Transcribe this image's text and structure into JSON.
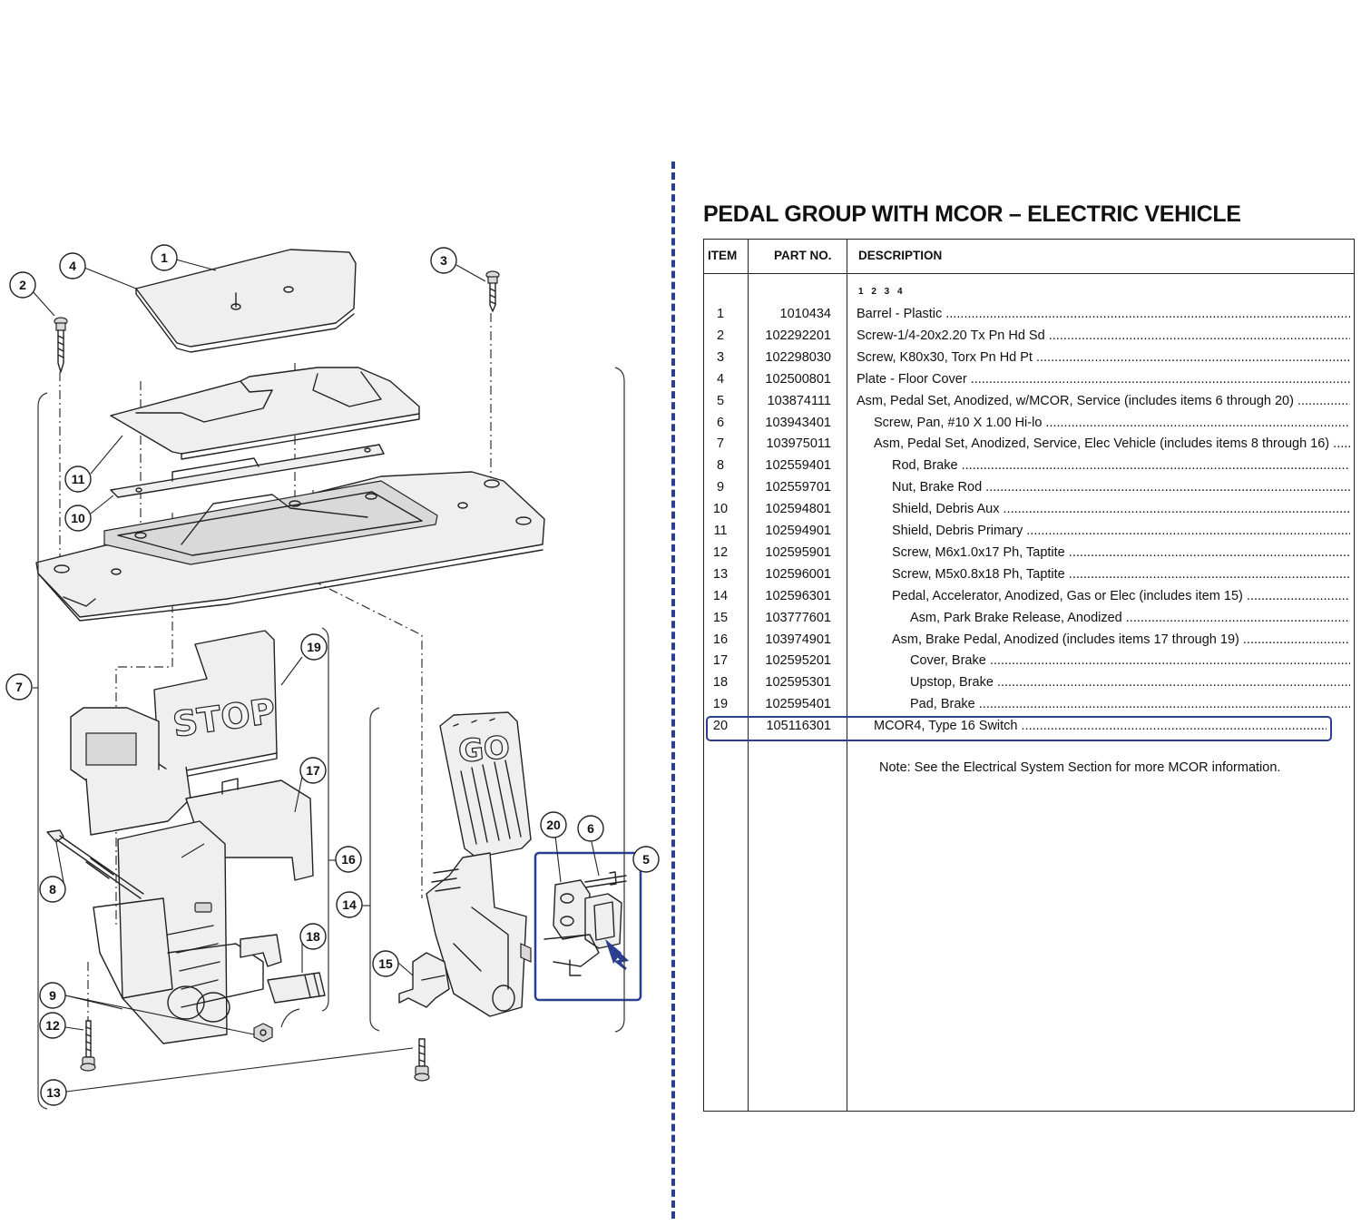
{
  "title": "PEDAL GROUP WITH MCOR – ELECTRIC VEHICLE",
  "table": {
    "headers": {
      "item": "ITEM",
      "part_no": "PART NO.",
      "description": "DESCRIPTION"
    },
    "level_columns": "1 2 3 4",
    "rows": [
      {
        "item": "1",
        "part_no": "1010434",
        "description": "Barrel - Plastic",
        "level": 1
      },
      {
        "item": "2",
        "part_no": "102292201",
        "description": "Screw-1/4-20x2.20 Tx Pn Hd Sd",
        "level": 1
      },
      {
        "item": "3",
        "part_no": "102298030",
        "description": "Screw, K80x30, Torx Pn Hd Pt",
        "level": 1
      },
      {
        "item": "4",
        "part_no": "102500801",
        "description": "Plate - Floor Cover",
        "level": 1
      },
      {
        "item": "5",
        "part_no": "103874111",
        "description": "Asm, Pedal Set, Anodized, w/MCOR, Service (includes items 6 through 20)",
        "level": 1
      },
      {
        "item": "6",
        "part_no": "103943401",
        "description": "Screw, Pan, #10 X 1.00 Hi-lo",
        "level": 2
      },
      {
        "item": "7",
        "part_no": "103975011",
        "description": "Asm, Pedal Set, Anodized, Service, Elec Vehicle (includes items 8 through 16)",
        "level": 2
      },
      {
        "item": "8",
        "part_no": "102559401",
        "description": "Rod, Brake",
        "level": 3
      },
      {
        "item": "9",
        "part_no": "102559701",
        "description": "Nut, Brake Rod",
        "level": 3
      },
      {
        "item": "10",
        "part_no": "102594801",
        "description": "Shield, Debris Aux",
        "level": 3
      },
      {
        "item": "11",
        "part_no": "102594901",
        "description": "Shield, Debris Primary",
        "level": 3
      },
      {
        "item": "12",
        "part_no": "102595901",
        "description": "Screw, M6x1.0x17 Ph, Taptite",
        "level": 3
      },
      {
        "item": "13",
        "part_no": "102596001",
        "description": "Screw, M5x0.8x18 Ph, Taptite",
        "level": 3
      },
      {
        "item": "14",
        "part_no": "102596301",
        "description": "Pedal, Accelerator, Anodized, Gas or Elec (includes item 15)",
        "level": 3
      },
      {
        "item": "15",
        "part_no": "103777601",
        "description": "Asm, Park Brake Release, Anodized",
        "level": 4
      },
      {
        "item": "16",
        "part_no": "103974901",
        "description": "Asm, Brake Pedal, Anodized (includes items 17 through 19)",
        "level": 3
      },
      {
        "item": "17",
        "part_no": "102595201",
        "description": "Cover, Brake",
        "level": 4
      },
      {
        "item": "18",
        "part_no": "102595301",
        "description": "Upstop, Brake",
        "level": 4
      },
      {
        "item": "19",
        "part_no": "102595401",
        "description": "Pad, Brake",
        "level": 4
      },
      {
        "item": "20",
        "part_no": "105116301",
        "description": "MCOR4, Type 16 Switch",
        "level": 2,
        "highlighted": true
      }
    ],
    "note": "Note: See the Electrical System Section for more MCOR information."
  },
  "diagram": {
    "pedal_labels": {
      "stop": "STOP",
      "go": "GO"
    },
    "callouts": [
      "1",
      "2",
      "3",
      "4",
      "5",
      "6",
      "7",
      "8",
      "9",
      "10",
      "11",
      "12",
      "13",
      "14",
      "15",
      "16",
      "17",
      "18",
      "19",
      "20"
    ]
  },
  "colors": {
    "highlight": "#2a3f8f",
    "divider": "#2a3f8f",
    "ink": "#111111"
  }
}
